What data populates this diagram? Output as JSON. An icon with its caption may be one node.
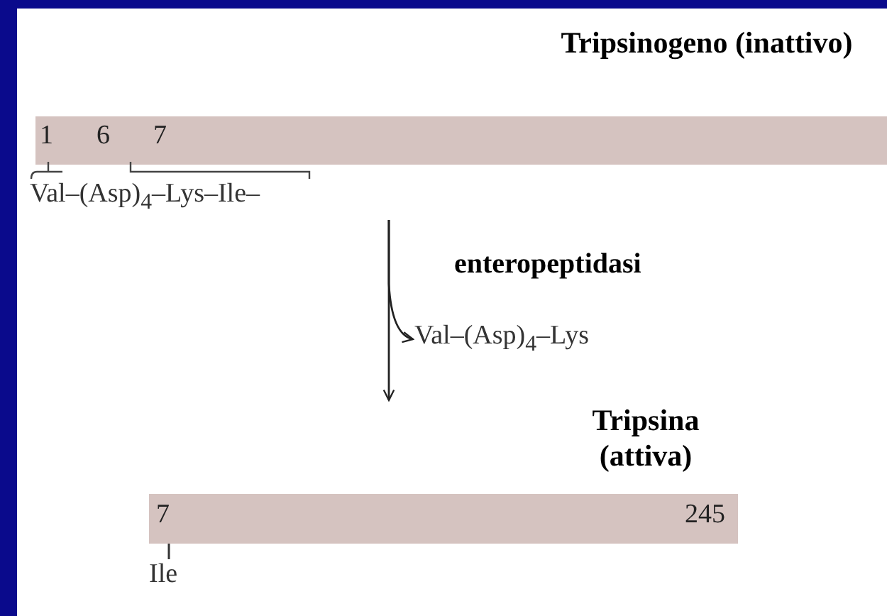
{
  "diagram": {
    "nodes": [
      {
        "text": [
          "Tripsinogeno (inattivo)",
          "1",
          "6",
          "7"
        ]
      },
      {
        "text": [
          "Val–(Asp)$_{4}$–Lys"
        ]
      },
      {
        "text": [
          "Tripsina (attiva)",
          "7",
          "245"
        ]
      }
    ],
    "edges": [
      {
        "from": 0,
        "to": 2,
        "arrow": "to",
        "label": "enteropeptidasi"
      },
      {
        "from": 0,
        "to": 1,
        "arrow": "to"
      }
    ],
    "labels": [
      "Val–(Asp)$_{4}$–Lys–Ile–",
      "Ile"
    ]
  }
}
